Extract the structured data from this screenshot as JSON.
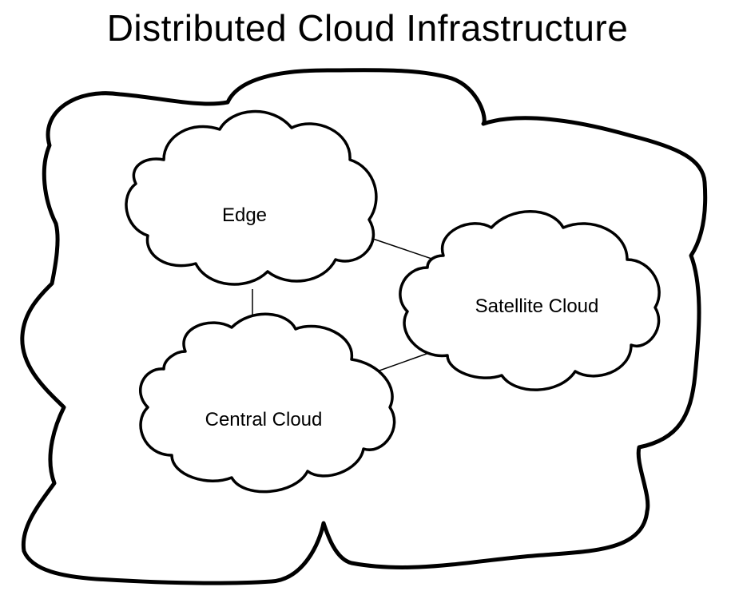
{
  "title": "Distributed Cloud Infrastructure",
  "nodes": {
    "edge": {
      "label": "Edge"
    },
    "satellite": {
      "label": "Satellite Cloud"
    },
    "central": {
      "label": "Central Cloud"
    }
  },
  "connections": [
    {
      "from": "Edge",
      "to": "Satellite Cloud"
    },
    {
      "from": "Edge",
      "to": "Central Cloud"
    },
    {
      "from": "Central Cloud",
      "to": "Satellite Cloud"
    }
  ],
  "colors": {
    "stroke": "#000000",
    "fill": "#ffffff"
  }
}
